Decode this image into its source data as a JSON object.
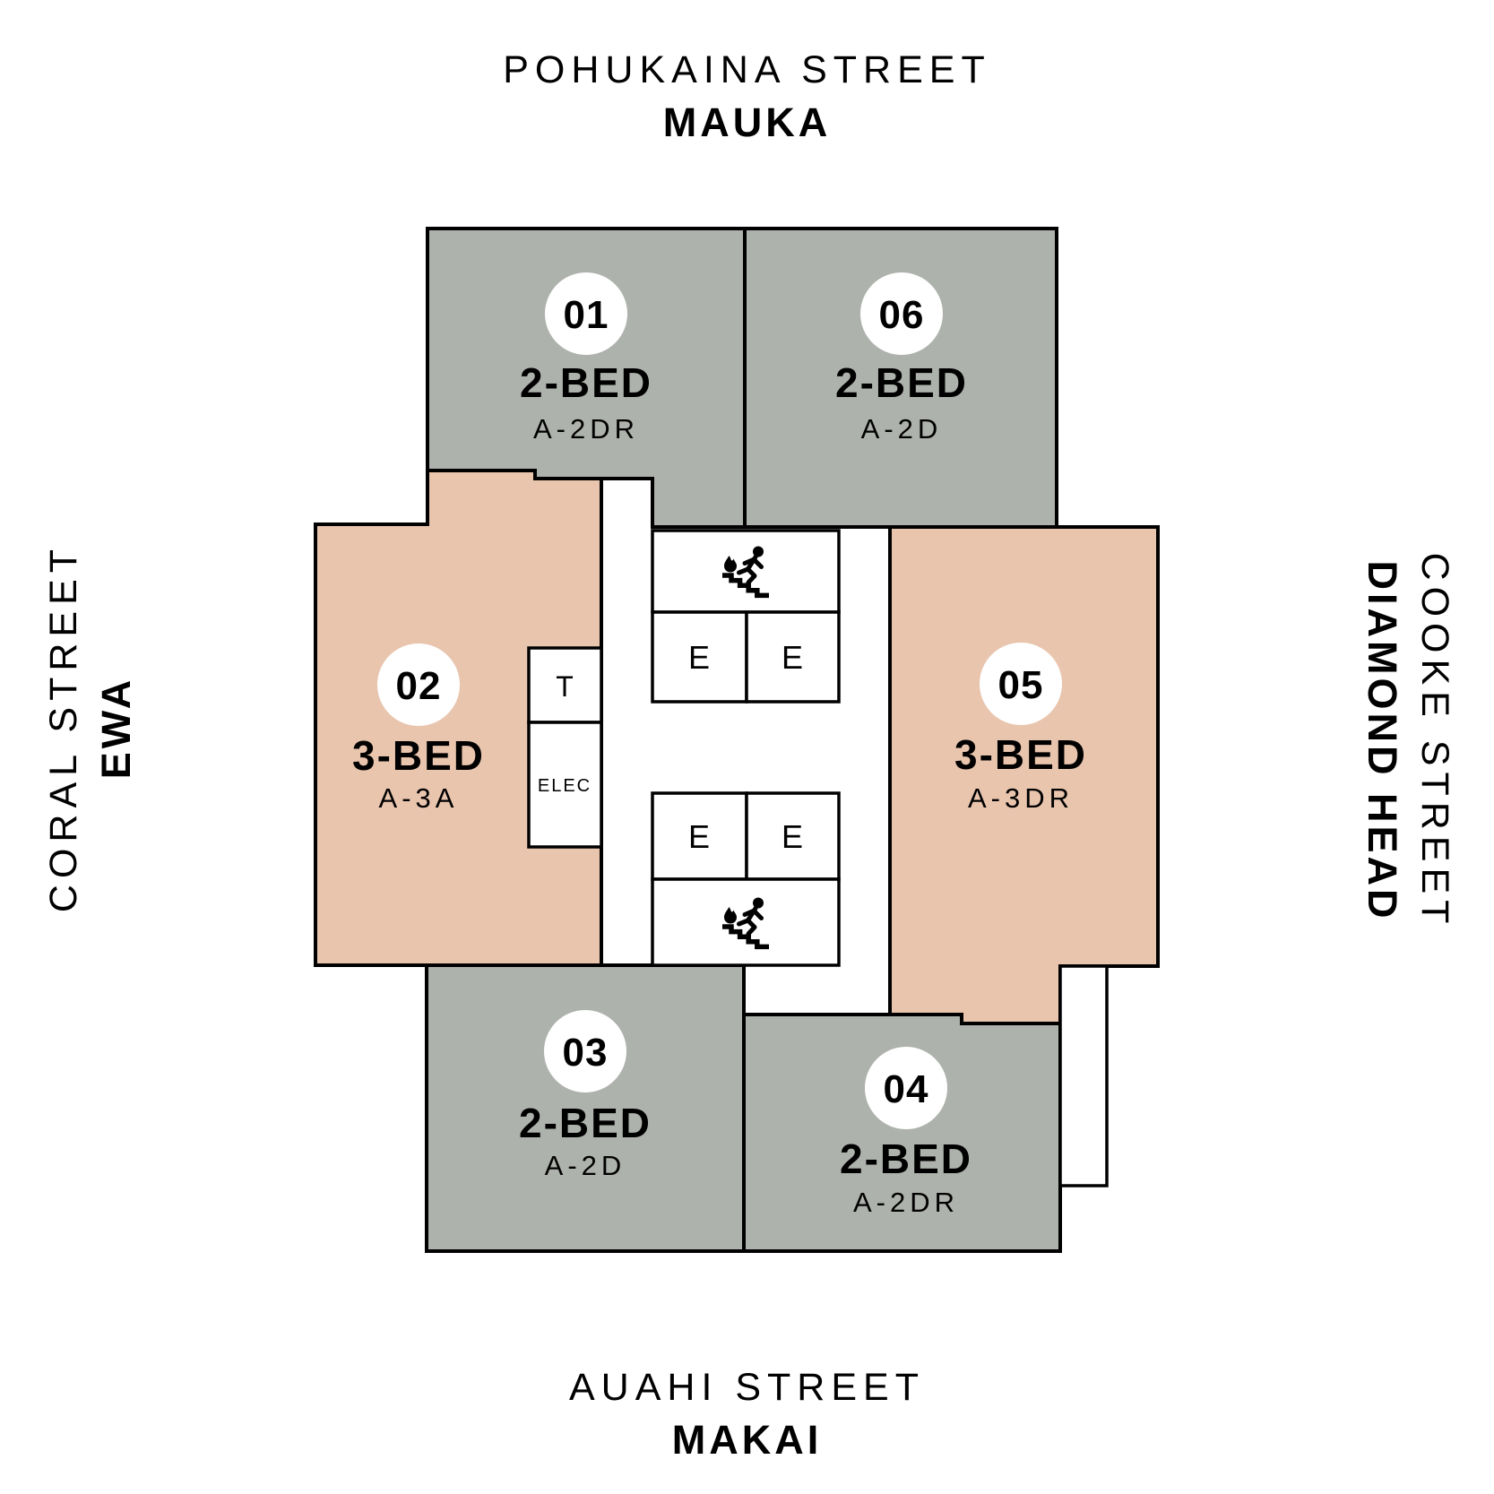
{
  "streets": {
    "top": {
      "name": "POHUKAINA STREET",
      "orientation": "MAUKA"
    },
    "bottom": {
      "name": "AUAHI STREET",
      "orientation": "MAKAI"
    },
    "left": {
      "name": "CORAL STREET",
      "orientation": "EWA"
    },
    "right": {
      "name": "COOKE STREET",
      "orientation": "DIAMOND HEAD"
    }
  },
  "units": [
    {
      "number": "01",
      "type": "2-BED",
      "plan": "A-2DR"
    },
    {
      "number": "02",
      "type": "3-BED",
      "plan": "A-3A"
    },
    {
      "number": "03",
      "type": "2-BED",
      "plan": "A-2D"
    },
    {
      "number": "04",
      "type": "2-BED",
      "plan": "A-2DR"
    },
    {
      "number": "05",
      "type": "3-BED",
      "plan": "A-3DR"
    },
    {
      "number": "06",
      "type": "2-BED",
      "plan": "A-2D"
    }
  ],
  "core": {
    "elevator_label": "E",
    "trash_label": "T",
    "electrical_label": "ELEC",
    "stair_icon": "fire-exit-stairs-icon"
  },
  "colors": {
    "two_bed": "#aeb2ac",
    "three_bed": "#e9c5ae",
    "outline": "#000000",
    "badge": "#ffffff",
    "core_room": "#ffffff"
  }
}
